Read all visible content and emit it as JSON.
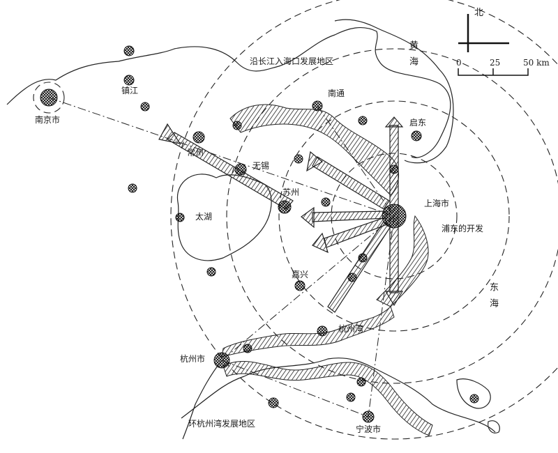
{
  "compass": {
    "north": "北"
  },
  "scale": {
    "ticks": [
      "0",
      "25",
      "50 km"
    ]
  },
  "seas": {
    "yellow_sea": "黄海",
    "east_sea": "东海"
  },
  "regions": {
    "yangtze": "沿长江入海口发展地区",
    "hangzhou_bay_region": "环杭州湾发展地区",
    "pudong": "浦东的开发",
    "taihu": "太湖",
    "hangzhou_bay": "杭州湾"
  },
  "cities": {
    "nanjing": "南京市",
    "zhenjiang": "镇江",
    "changzhou": "常州",
    "wuxi": "无锡",
    "suzhou": "苏州",
    "shanghai": "上海市",
    "nantong": "南通",
    "qidong": "启东",
    "jiaxing": "嘉兴",
    "hangzhou": "杭州市",
    "ningbo": "宁波市"
  },
  "colors": {
    "ink": "#1a1a1a"
  }
}
